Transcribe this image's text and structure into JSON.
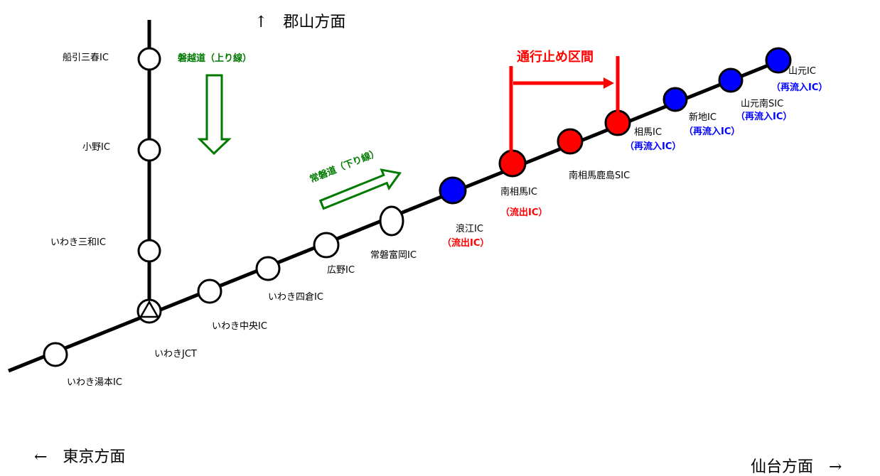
{
  "directions": {
    "north": "↑　郡山方面",
    "west": "←　東京方面",
    "east": "仙台方面　→"
  },
  "ban_expressway": {
    "label": "磐越道（上り線）"
  },
  "joban_expressway": {
    "label": "常磐道（下り線）"
  },
  "closure": {
    "label": "通行止め区間"
  },
  "interchanges": [
    {
      "key": "funehiki",
      "name": "船引三春IC"
    },
    {
      "key": "ono",
      "name": "小野IC"
    },
    {
      "key": "iwaki-miwa",
      "name": "いわき三和IC"
    },
    {
      "key": "iwaki-jct",
      "name": "いわきJCT"
    },
    {
      "key": "iwaki-yumoto",
      "name": "いわき湯本IC"
    },
    {
      "key": "iwaki-chuo",
      "name": "いわき中央IC"
    },
    {
      "key": "iwaki-yotsukura",
      "name": "いわき四倉IC"
    },
    {
      "key": "hirono",
      "name": "広野IC"
    },
    {
      "key": "joban-tomioka",
      "name": "常磐富岡IC"
    },
    {
      "key": "namie",
      "name": "浪江IC",
      "note": "（流出IC）"
    },
    {
      "key": "minamisoma",
      "name": "南相馬IC",
      "note": "（流出IC）"
    },
    {
      "key": "minamisoma-kashima",
      "name": "南相馬鹿島SIC"
    },
    {
      "key": "soma",
      "name": "相馬IC",
      "note": "（再流入IC）"
    },
    {
      "key": "shinchi",
      "name": "新地IC",
      "note": "（再流入IC）"
    },
    {
      "key": "yamamoto-minami",
      "name": "山元南SIC",
      "note": "（再流入IC）"
    },
    {
      "key": "yamamoto",
      "name": "山元IC",
      "note": "（再流入IC）"
    }
  ],
  "colors": {
    "closed": "#ff0000",
    "reentry": "#0000ff",
    "arrow": "#007a00",
    "normal": "#ffffff"
  }
}
